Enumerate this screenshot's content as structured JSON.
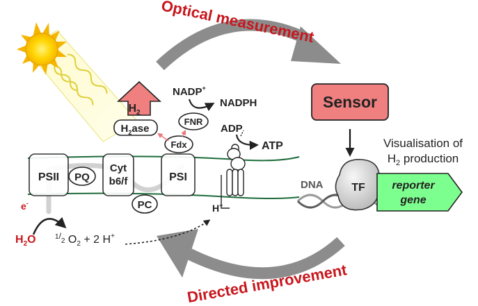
{
  "cycle": {
    "top_label": "Optical measurement",
    "bottom_label": "Directed improvement",
    "label_color": "#c8161d",
    "arrow_color": "#8c8c8c"
  },
  "sensor": {
    "label": "Sensor",
    "fill": "#f08080"
  },
  "visualisation": {
    "line1": "Visualisation of",
    "line2_prefix": "H",
    "line2_sub": "2",
    "line2_suffix": " production"
  },
  "gene": {
    "dna_label": "DNA",
    "tf_label": "TF",
    "reporter_line1": "reporter",
    "reporter_line2": "gene",
    "reporter_fill": "#7dff8f"
  },
  "photosynthesis": {
    "h2": {
      "base": "H",
      "sub": "2"
    },
    "h2ase": {
      "base": "H",
      "sub": "2",
      "suffix": "ase"
    },
    "nadp": {
      "base": "NADP",
      "sup": "+"
    },
    "nadph": "NADPH",
    "fnr": "FNR",
    "fdx": "Fdx",
    "adp": "ADP",
    "atp": "ATP",
    "psii": "PSII",
    "pq": "PQ",
    "cyt_line1": "Cyt",
    "cyt_line2": "b6/f",
    "psi": "PSI",
    "pc": "PC",
    "proton": {
      "base": "H",
      "sup": "+"
    },
    "electron": {
      "base": "e",
      "sup": "-"
    },
    "water": {
      "base": "H",
      "sub": "2",
      "suffix": "O"
    },
    "oxygen": {
      "frac_num": "1",
      "frac_den": "2",
      "o_base": " O",
      "o_sub": "2",
      "rest": " + 2 H",
      "rest_sup": "+"
    },
    "membrane_color": "#1d6b3a",
    "highlight_color": "#e8787a"
  }
}
